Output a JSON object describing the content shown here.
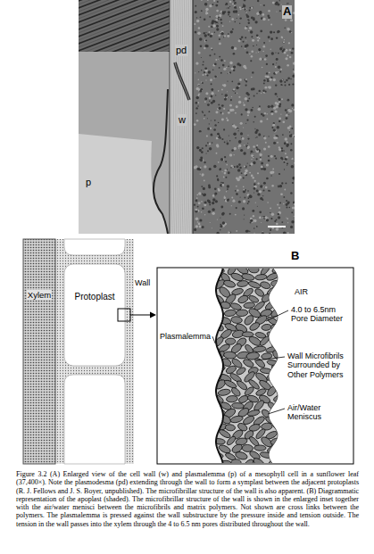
{
  "diagram": {
    "caption": "Figure 3.2 (A) Enlarged view of the cell wall (w) and plasmalemma (p) of a mesophyll cell in a sunflower leaf (37,400×). Note the plasmodesma (pd) extending through the wall to form a symplast between the adjacent protoplasts (R. J. Fellows and J. S. Boyer, unpublished). The microfibrillar structure of the wall is also apparent. (B) Diagrammatic representation of the apoplast (shaded). The microfibrillar structure of the wall is shown in the enlarged inset together with the air/water menisci between the microfibrils and matrix polymers. Not shown are cross links between the polymers. The plasmalemma is pressed against the wall substructure by the pressure inside and tension outside. The tension in the wall passes into the xylem through the 4 to 6.5 nm pores distributed throughout the wall.",
    "nodes": [
      {
        "text": [
          "Xylem"
        ]
      },
      {
        "text": [
          "Protoplast"
        ]
      }
    ],
    "labels": [
      "A",
      "pd",
      "w",
      "p",
      "B",
      "Wall",
      "Plasmalemma",
      "AIR",
      "4.0 to 6.5nm Pore Diameter",
      "Wall Microfibrils Surrounded by Other Polymers",
      "Air/Water Meniscus"
    ]
  }
}
